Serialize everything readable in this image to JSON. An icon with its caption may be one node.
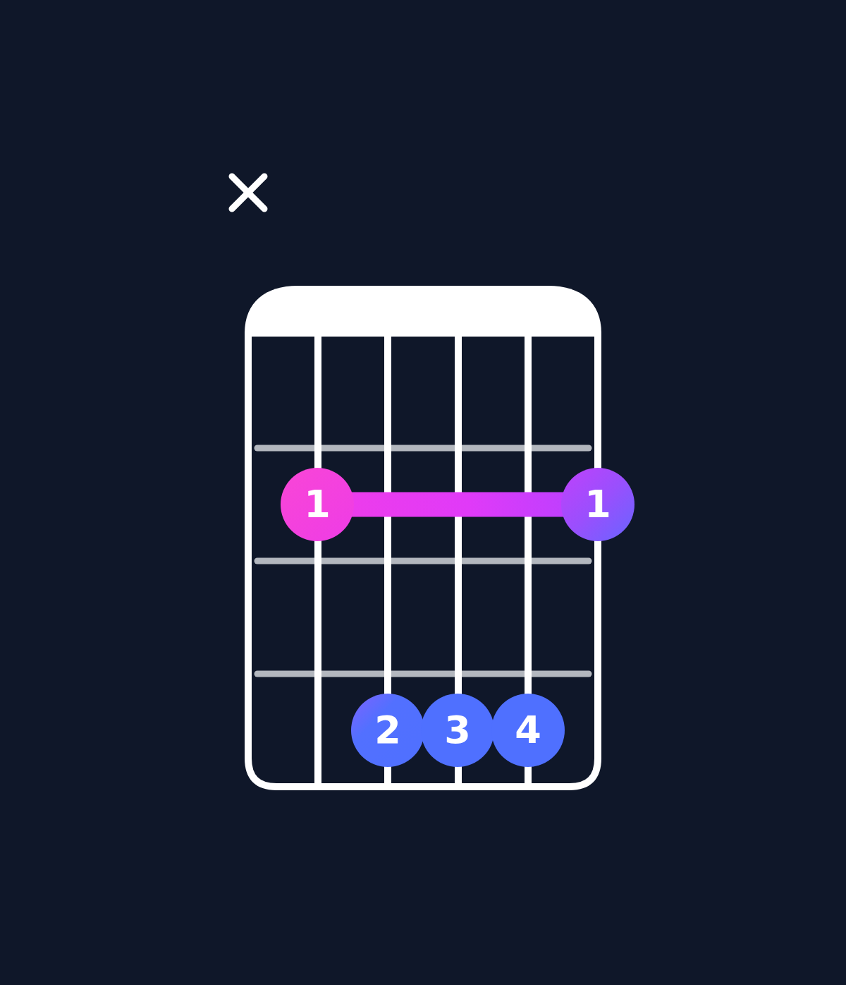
{
  "diagram": {
    "nodes": [
      {
        "text": [
          "1"
        ]
      },
      {
        "text": [
          "1"
        ]
      },
      {
        "text": [
          "2"
        ]
      },
      {
        "text": [
          "3"
        ]
      },
      {
        "text": [
          "4"
        ]
      }
    ],
    "edges": [
      {
        "from": 0,
        "to": 1,
        "arrow": "none",
        "style": "thick"
      }
    ]
  }
}
